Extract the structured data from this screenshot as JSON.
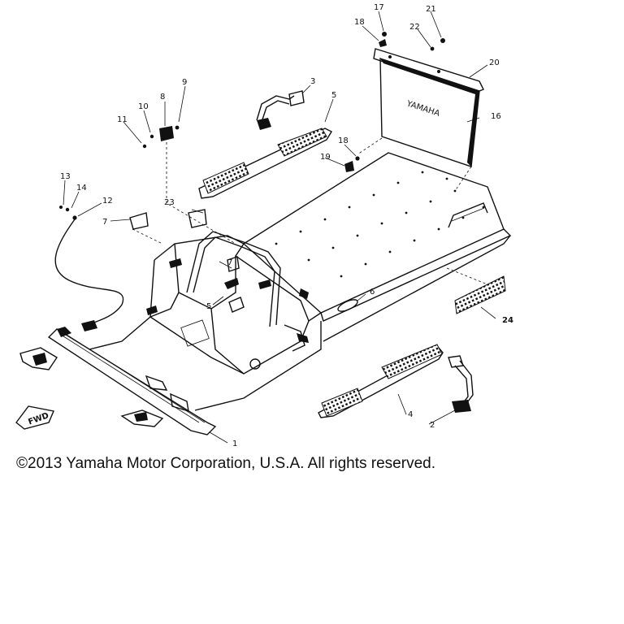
{
  "copyright": "©2013 Yamaha Motor Corporation, U.S.A. All rights reserved.",
  "parts": [
    {
      "num": "1",
      "id": "part-label-1"
    },
    {
      "num": "2",
      "id": "part-label-2"
    },
    {
      "num": "3",
      "id": "part-label-3"
    },
    {
      "num": "4",
      "id": "part-label-4"
    },
    {
      "num": "5",
      "id": "part-label-5"
    },
    {
      "num": "5",
      "id": "part-label-5b"
    },
    {
      "num": "6",
      "id": "part-label-6"
    },
    {
      "num": "7",
      "id": "part-label-7"
    },
    {
      "num": "7",
      "id": "part-label-7b"
    },
    {
      "num": "8",
      "id": "part-label-8"
    },
    {
      "num": "9",
      "id": "part-label-9"
    },
    {
      "num": "10",
      "id": "part-label-10"
    },
    {
      "num": "11",
      "id": "part-label-11"
    },
    {
      "num": "12",
      "id": "part-label-12"
    },
    {
      "num": "13",
      "id": "part-label-13"
    },
    {
      "num": "14",
      "id": "part-label-14"
    },
    {
      "num": "16",
      "id": "part-label-16"
    },
    {
      "num": "17",
      "id": "part-label-17"
    },
    {
      "num": "18",
      "id": "part-label-18"
    },
    {
      "num": "18",
      "id": "part-label-18b"
    },
    {
      "num": "19",
      "id": "part-label-19"
    },
    {
      "num": "20",
      "id": "part-label-20"
    },
    {
      "num": "21",
      "id": "part-label-21"
    },
    {
      "num": "22",
      "id": "part-label-22"
    },
    {
      "num": "23",
      "id": "part-label-23"
    },
    {
      "num": "24",
      "id": "part-label-24"
    }
  ],
  "fwd_mark": "FWD",
  "decal_text": "YAMAHA"
}
